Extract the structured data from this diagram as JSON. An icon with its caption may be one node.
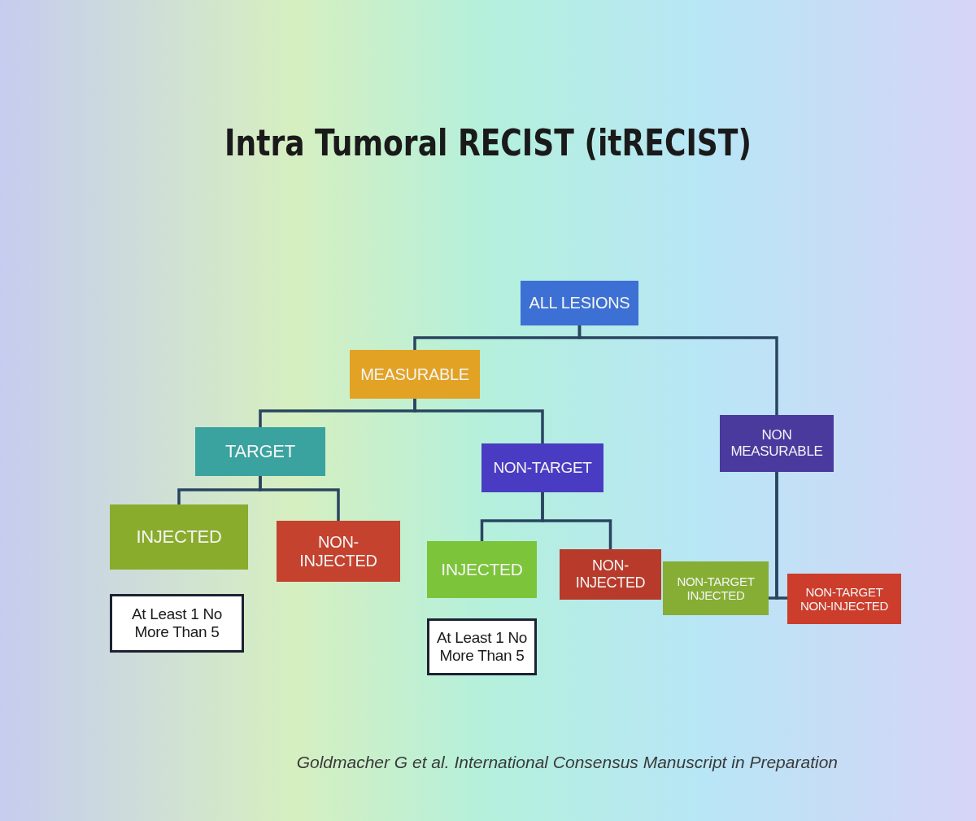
{
  "diagram": {
    "title": "Intra Tumoral RECIST (itRECIST)",
    "caption": "Goldmacher G et al. International Consensus Manuscript in Preparation",
    "nodes": [
      {
        "text": [
          "ALL LESIONS"
        ]
      },
      {
        "text": [
          "MEASURABLE"
        ]
      },
      {
        "text": [
          "NON MEASURABLE"
        ]
      },
      {
        "text": [
          "TARGET"
        ]
      },
      {
        "text": [
          "NON-TARGET"
        ]
      },
      {
        "text": [
          "INJECTED"
        ]
      },
      {
        "text": [
          "NON-INJECTED"
        ]
      },
      {
        "text": [
          "At Least 1 No More Than 5"
        ]
      },
      {
        "text": [
          "INJECTED"
        ]
      },
      {
        "text": [
          "NON-INJECTED"
        ]
      },
      {
        "text": [
          "At Least 1 No More Than 5"
        ]
      },
      {
        "text": [
          "NON-TARGET INJECTED"
        ]
      },
      {
        "text": [
          "NON-TARGET NON-INJECTED"
        ]
      }
    ],
    "edges": [
      {
        "from": 0,
        "to": 1,
        "arrow": "none"
      },
      {
        "from": 0,
        "to": 2,
        "arrow": "none"
      },
      {
        "from": 1,
        "to": 3,
        "arrow": "none"
      },
      {
        "from": 1,
        "to": 4,
        "arrow": "none"
      },
      {
        "from": 3,
        "to": 5,
        "arrow": "none"
      },
      {
        "from": 3,
        "to": 6,
        "arrow": "none"
      },
      {
        "from": 4,
        "to": 8,
        "arrow": "none"
      },
      {
        "from": 4,
        "to": 9,
        "arrow": "none"
      },
      {
        "from": 2,
        "to": 11,
        "arrow": "none"
      },
      {
        "from": 2,
        "to": 12,
        "arrow": "none"
      }
    ]
  }
}
